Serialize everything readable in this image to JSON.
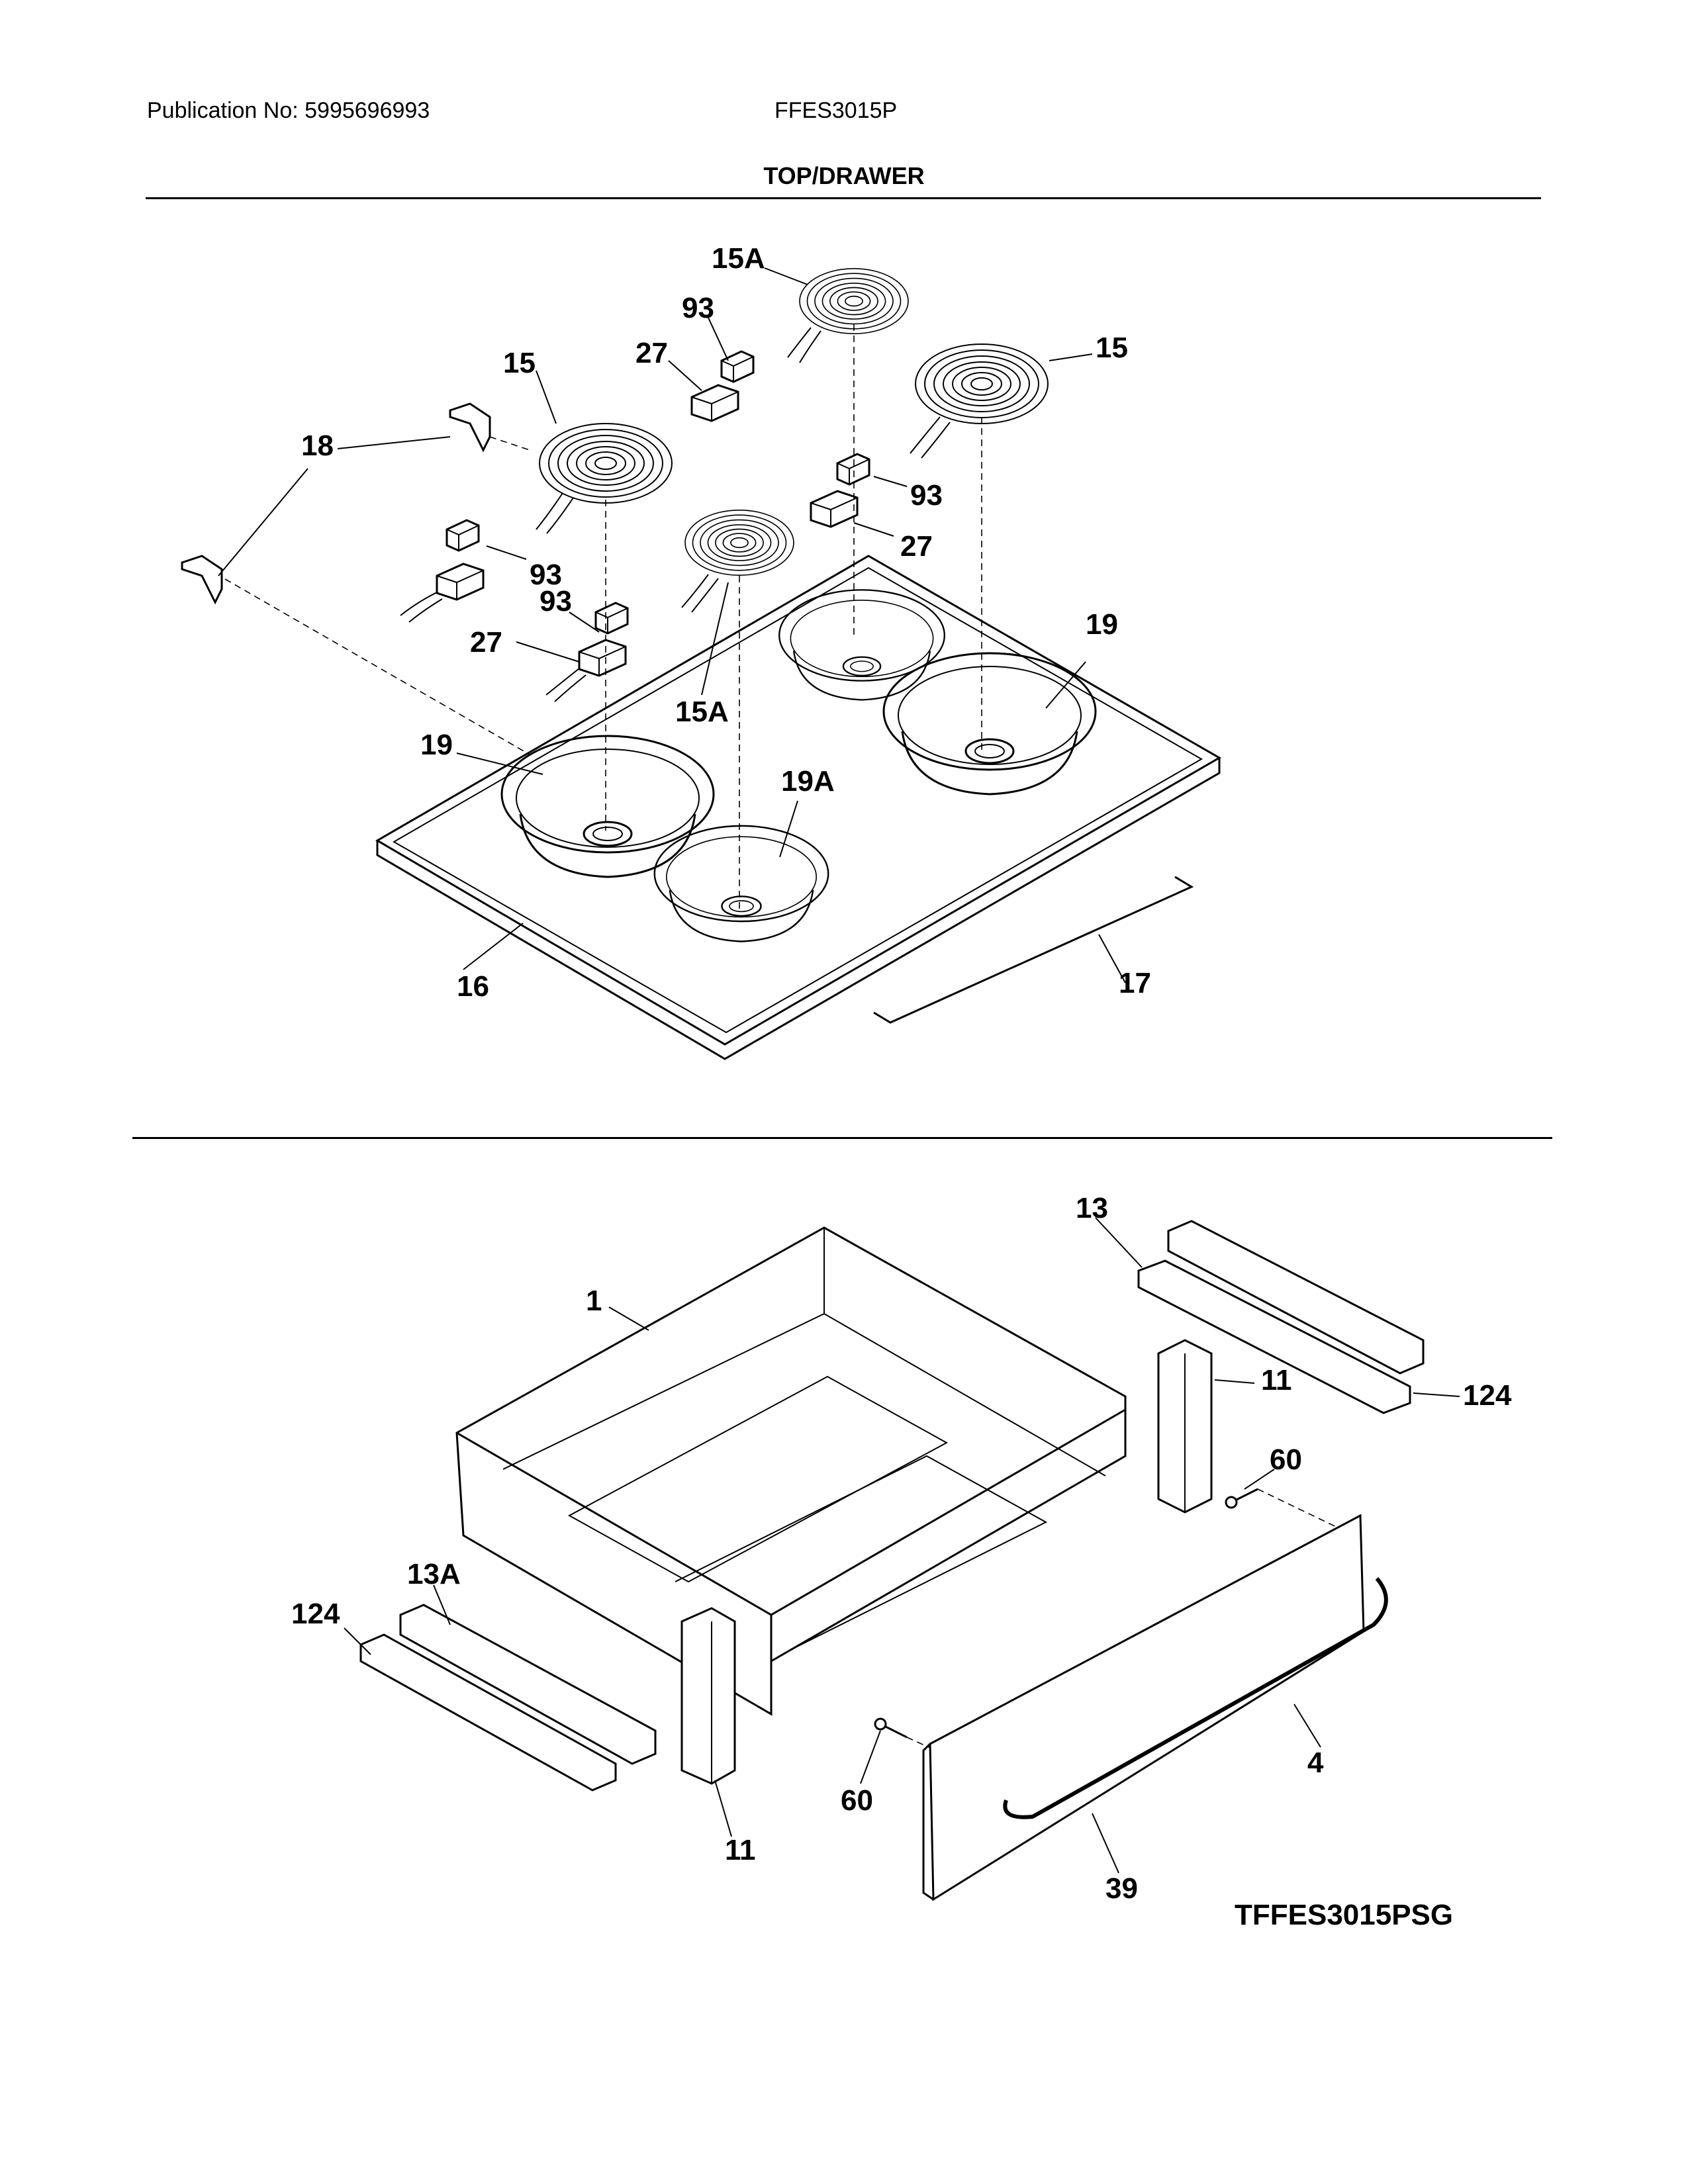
{
  "header": {
    "publication": "Publication No: 5995696993",
    "model": "FFES3015P",
    "section_title": "TOP/DRAWER"
  },
  "diagram_code": "TFFES3015PSG",
  "callouts": {
    "c15a_top": "15A",
    "c93_top": "93",
    "c27_top": "27",
    "c15_left": "15",
    "c15_right": "15",
    "c18": "18",
    "c93_right": "93",
    "c27_right": "27",
    "c93_left": "93",
    "c93_mid": "93",
    "c27_left": "27",
    "c15a_bot": "15A",
    "c19_right": "19",
    "c19_left": "19",
    "c19a": "19A",
    "c16": "16",
    "c17": "17",
    "c13": "13",
    "c1": "1",
    "c11_right": "11",
    "c124_right": "124",
    "c60_right": "60",
    "c13a": "13A",
    "c124_left": "124",
    "c11_left": "11",
    "c60_left": "60",
    "c4": "4",
    "c39": "39"
  }
}
